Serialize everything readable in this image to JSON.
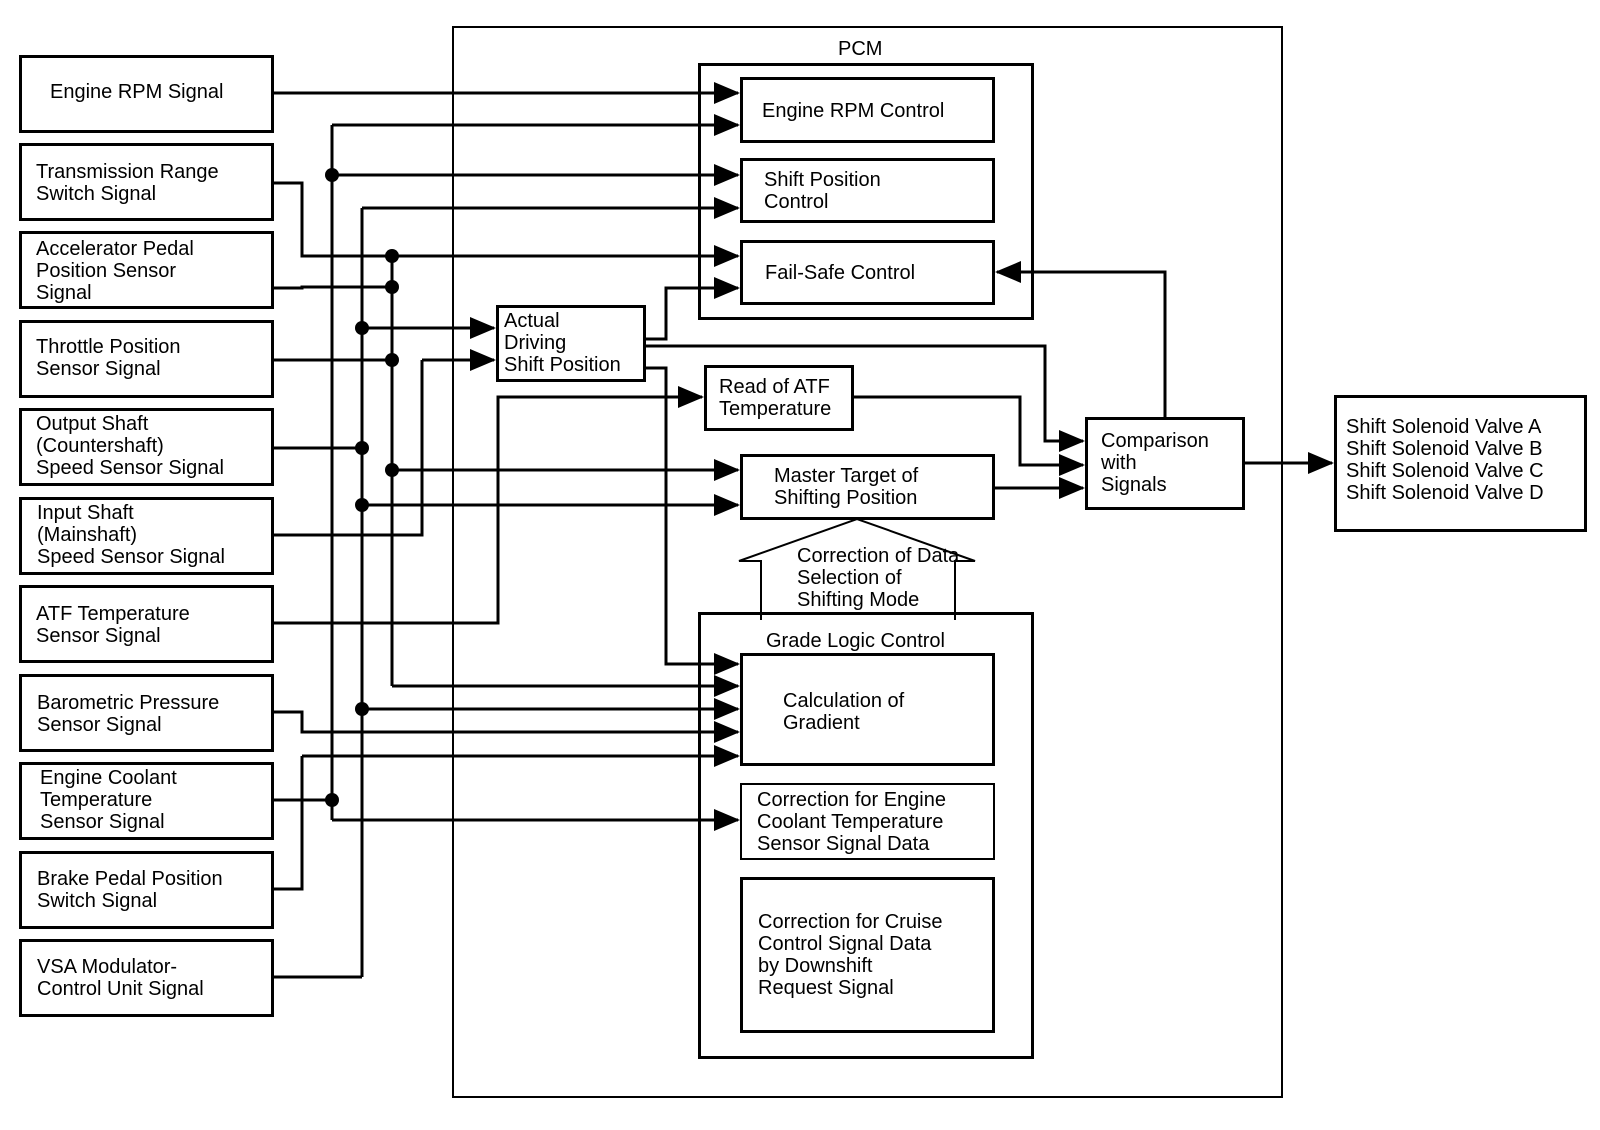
{
  "title": "PCM",
  "inputs": [
    {
      "id": "engine-rpm-signal",
      "label": "Engine RPM Signal"
    },
    {
      "id": "transmission-range-switch-signal",
      "label": "Transmission Range\nSwitch Signal"
    },
    {
      "id": "accelerator-pedal-position-sensor-signal",
      "label": "Accelerator Pedal\nPosition Sensor\nSignal"
    },
    {
      "id": "throttle-position-sensor-signal",
      "label": "Throttle Position\nSensor Signal"
    },
    {
      "id": "output-shaft-speed-sensor-signal",
      "label": "Output Shaft\n(Countershaft)\nSpeed Sensor Signal"
    },
    {
      "id": "input-shaft-speed-sensor-signal",
      "label": "Input Shaft\n(Mainshaft)\nSpeed Sensor Signal"
    },
    {
      "id": "atf-temperature-sensor-signal",
      "label": "ATF Temperature\nSensor Signal"
    },
    {
      "id": "barometric-pressure-sensor-signal",
      "label": "Barometric Pressure\nSensor Signal"
    },
    {
      "id": "engine-coolant-temperature-sensor-signal",
      "label": "Engine Coolant\nTemperature\nSensor Signal"
    },
    {
      "id": "brake-pedal-position-switch-signal",
      "label": "Brake Pedal Position\nSwitch Signal"
    },
    {
      "id": "vsa-modulator-control-unit-signal",
      "label": "VSA Modulator-\nControl Unit Signal"
    }
  ],
  "blocks": {
    "engine_rpm_control": "Engine RPM Control",
    "shift_position_control": "Shift Position\nControl",
    "fail_safe_control": "Fail-Safe Control",
    "actual_driving_shift_position": "Actual\nDriving\nShift Position",
    "read_of_atf_temperature": "Read of ATF\nTemperature",
    "master_target": "Master Target of\nShifting Position",
    "comparison_with_signals": "Comparison\nwith\nSignals",
    "correction_arrow": "Correction of Data\nSelection of\nShifting Mode",
    "grade_logic_control": "Grade Logic Control",
    "calculation_of_gradient": "Calculation of\nGradient",
    "correction_engine_coolant": "Correction for Engine\nCoolant Temperature\nSensor Signal Data",
    "correction_cruise_control": "Correction for Cruise\nControl Signal Data\nby Downshift\nRequest Signal"
  },
  "outputs": {
    "solenoids": "Shift Solenoid Valve A\nShift Solenoid Valve B\nShift Solenoid Valve C\nShift Solenoid Valve D"
  }
}
